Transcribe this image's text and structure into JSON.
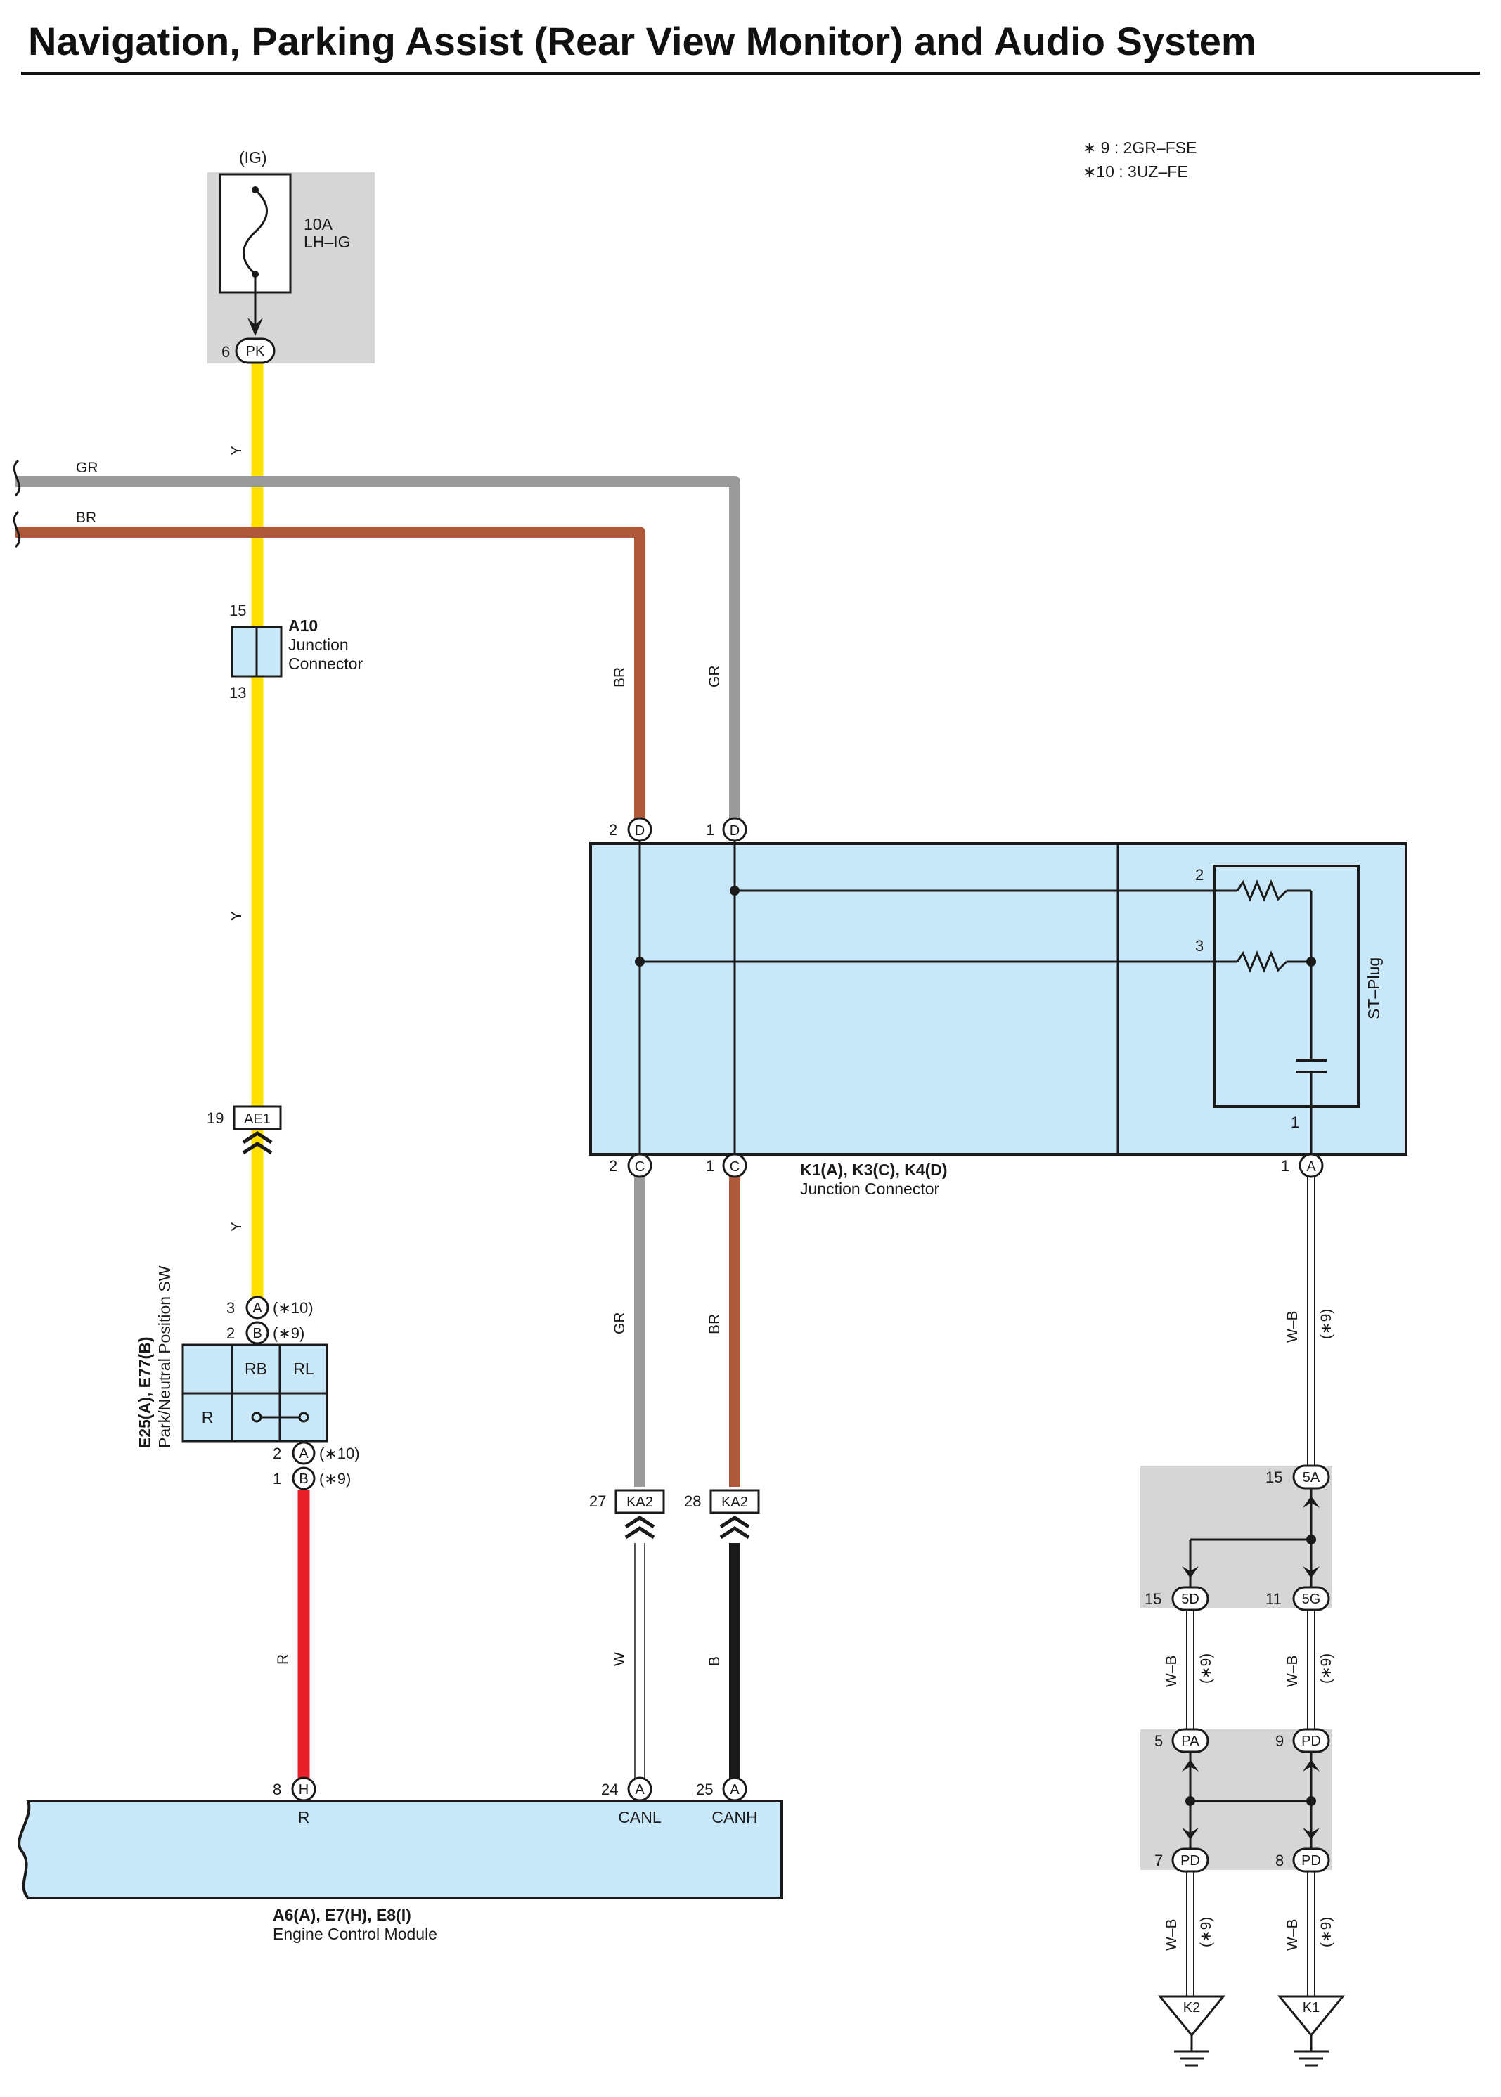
{
  "title": "Navigation, Parking Assist (Rear View Monitor) and Audio System",
  "notes": [
    "∗ 9 : 2GR–FSE",
    "∗10 : 3UZ–FE"
  ],
  "colors": {
    "Y": "#fde000",
    "GR": "#9a9a9a",
    "BR": "#b0583a",
    "R": "#e8202a",
    "B": "#1a1a1a",
    "W": "#ffffff",
    "component_fill": "#c8e8fa",
    "shaded_box": "#d6d6d6"
  },
  "fuse": {
    "supply": "(IG)",
    "rating": "10A",
    "name": "LH–IG",
    "pin": "6",
    "connector": "PK"
  },
  "wires": {
    "y1": "Y",
    "y2": "Y",
    "y3": "Y",
    "gr_top": "GR",
    "br_top": "BR",
    "br_down": "BR",
    "gr_down": "GR",
    "gr_mid": "GR",
    "br_mid": "BR",
    "w_low": "W",
    "b_low": "B",
    "r_low": "R",
    "wb1": "W–B",
    "wb2": "W–B",
    "wb3": "W–B",
    "wb4": "W–B",
    "wb5": "W–B",
    "n9": "(∗9)"
  },
  "a10": {
    "title": "A10",
    "line1": "Junction",
    "line2": "Connector",
    "pin_top": "15",
    "pin_bottom": "13"
  },
  "jc": {
    "title": "K1(A), K3(C), K4(D)",
    "subtitle": "Junction Connector",
    "stplug": "ST–Plug",
    "pin_d2": "2",
    "conn_d2": "D",
    "pin_d1": "1",
    "conn_d1": "D",
    "pin_c2": "2",
    "conn_c2": "C",
    "pin_c1": "1",
    "conn_c1": "C",
    "pin_a1": "1",
    "conn_a1": "A",
    "res2": "2",
    "res3": "3",
    "cap1": "1"
  },
  "ae1": {
    "pin": "19",
    "connector": "AE1"
  },
  "pnp": {
    "title": "E25(A), E77(B)",
    "subtitle": "Park/Neutral Position SW",
    "rb": "RB",
    "rl": "RL",
    "r": "R",
    "top1_pin": "3",
    "top1_conn": "A",
    "top1_note": "(∗10)",
    "top2_pin": "2",
    "top2_conn": "B",
    "top2_note": "(∗9)",
    "bot1_pin": "2",
    "bot1_conn": "A",
    "bot1_note": "(∗10)",
    "bot2_pin": "1",
    "bot2_conn": "B",
    "bot2_note": "(∗9)"
  },
  "ka2": {
    "pin_left": "27",
    "conn_left": "KA2",
    "pin_right": "28",
    "conn_right": "KA2"
  },
  "ecm": {
    "title": "A6(A), E7(H), E8(I)",
    "subtitle": "Engine Control Module",
    "pin_r": "8",
    "conn_r": "H",
    "label_r": "R",
    "pin_canl": "24",
    "conn_canl": "A",
    "label_canl": "CANL",
    "pin_canh": "25",
    "conn_canh": "A",
    "label_canh": "CANH"
  },
  "jb": {
    "p15a": "15",
    "c5a": "5A",
    "p15d": "15",
    "c5d": "5D",
    "p11g": "11",
    "c5g": "5G",
    "p5": "5",
    "cpa": "PA",
    "p9": "9",
    "cpd9": "PD",
    "p7": "7",
    "cpd7": "PD",
    "p8": "8",
    "cpd8": "PD"
  },
  "grounds": {
    "k2": "K2",
    "k1": "K1"
  }
}
